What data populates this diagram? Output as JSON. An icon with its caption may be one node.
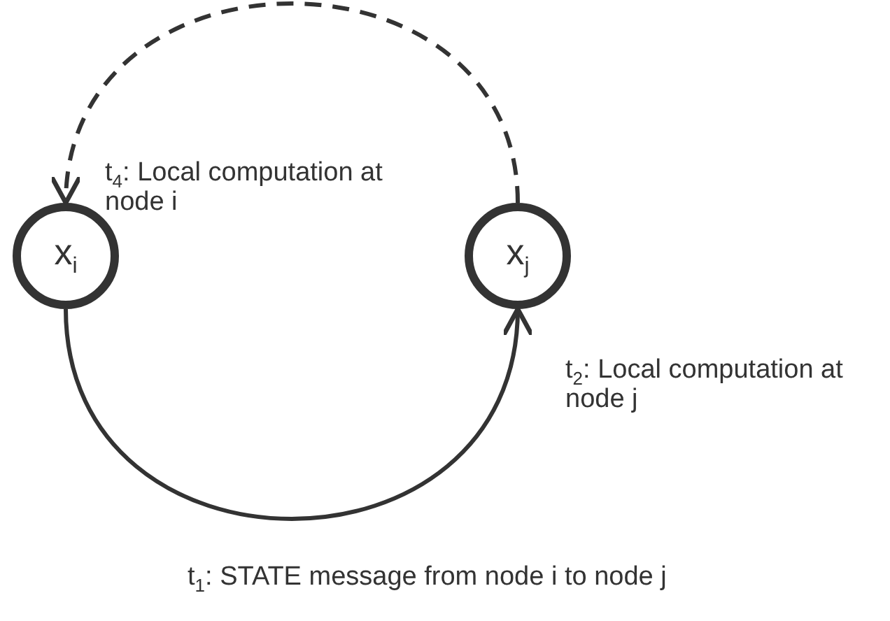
{
  "diagram": {
    "nodes": [
      {
        "text": [
          "x$_{i}$"
        ],
        "beside": [
          "t$_{4}$: Local computation at node i"
        ]
      },
      {
        "text": [
          "x$_{j}$"
        ],
        "beside": [
          "t$_{2}$: Local computation at node j"
        ]
      }
    ],
    "edges": [
      {
        "from": 0,
        "to": 1,
        "arrow": "to"
      },
      {
        "from": 1,
        "to": 0,
        "arrow": "to",
        "style": "dashed"
      }
    ],
    "labels": [
      "t$_{1}$: STATE message from node i to node j"
    ]
  }
}
